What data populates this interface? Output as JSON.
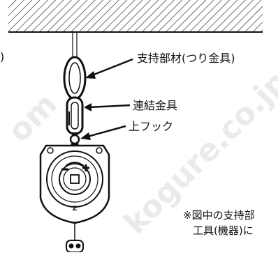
{
  "labels": {
    "support": "支持部材(つり金具)",
    "connector": "連結金具",
    "hook": "上フック",
    "left_fragment": ")"
  },
  "note": {
    "line1": "※図中の支持部",
    "line2": "工具(機器)に"
  },
  "watermark": {
    "text": "kogure.co.jp",
    "partial": "om"
  },
  "body_mark": "Z",
  "colors": {
    "stroke": "#111111",
    "body_fill": "#ffffff",
    "watermark": "#c8c8c8"
  }
}
